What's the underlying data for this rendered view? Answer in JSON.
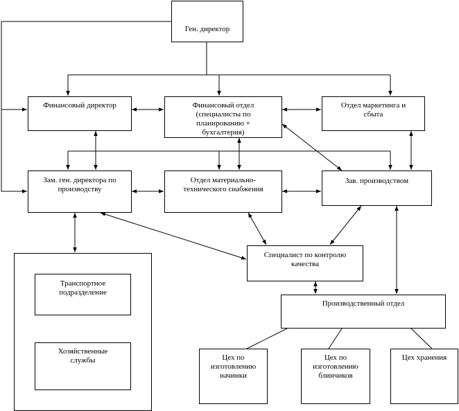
{
  "nodes": {
    "gen_director": "Ген. директор",
    "fin_director": "Финансовый директор",
    "fin_department": "Финансовый отдел\n(специалисты по\nпланированию +\nбухгалтерия)",
    "marketing": "Отдел маркетинга и\nсбыта",
    "deputy_production": "Зам. ген. директора по\nпроизводству",
    "supply_department": "Отдел материально-\nтехнического снабжения",
    "head_production": "Зав. производством",
    "quality_specialist": "Специалист по контролю\nкачества",
    "production_department": "Производственный отдел",
    "transport": "Транспортное\nподразделение",
    "household": "Хозяйственные\nслужбы",
    "workshop_filling": "Цех по\nизготовлению\nначинки",
    "workshop_pancakes": "Цех по\nизготовлению\nблинчиков",
    "workshop_storage": "Цех хранения"
  },
  "colors": {
    "line": "#000000",
    "box_border": "#000000",
    "background": "#ffffff"
  }
}
